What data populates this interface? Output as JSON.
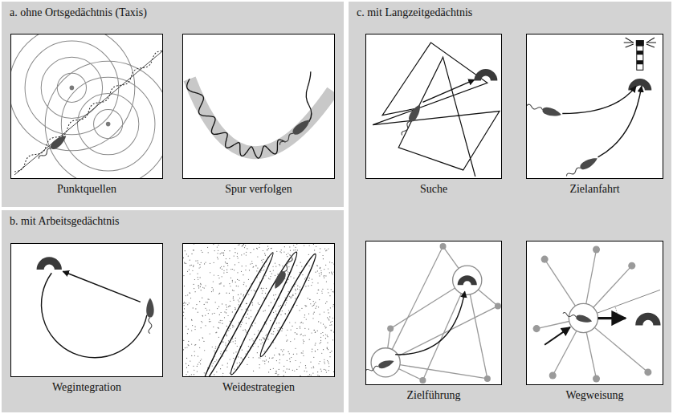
{
  "diagram": {
    "nodes": [
      {
        "text": [
          "a. ohne Ortsgedächtnis (Taxis)"
        ]
      },
      {
        "text": [
          "Punktquellen"
        ],
        "in": 0
      },
      {
        "text": [
          "Spur verfolgen"
        ],
        "in": 0
      },
      {
        "text": [
          "b. mit Arbeitsgedächtnis"
        ]
      },
      {
        "text": [
          "Wegintegration"
        ],
        "in": 3
      },
      {
        "text": [
          "Weidestrategien"
        ],
        "in": 3
      },
      {
        "text": [
          "c. mit Langzeitgedächtnis"
        ]
      },
      {
        "text": [
          "Suche"
        ],
        "in": 6
      },
      {
        "text": [
          "Zielanfahrt"
        ],
        "in": 6
      },
      {
        "text": [
          "Zielführung"
        ],
        "in": 6
      },
      {
        "text": [
          "Wegweisung"
        ],
        "in": 6
      }
    ]
  }
}
